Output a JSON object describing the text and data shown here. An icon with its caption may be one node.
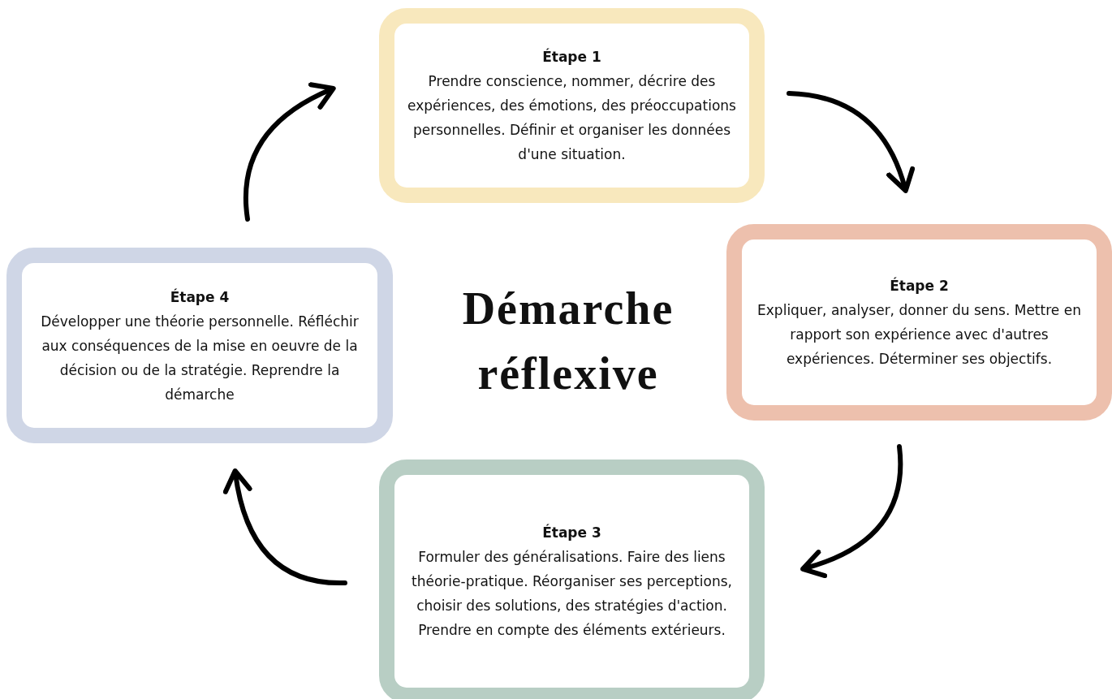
{
  "diagram": {
    "title": "Démarche réflexive",
    "nodes": [
      {
        "text": [
          "Étape 1",
          "Prendre conscience, nommer, décrire des expériences, des émotions, des préoccupations personnelles. Définir et organiser les données d'une situation."
        ]
      },
      {
        "text": [
          "Étape 2",
          "Expliquer, analyser, donner du sens. Mettre en rapport son expérience avec d'autres expériences. Déterminer ses objectifs."
        ]
      },
      {
        "text": [
          "Étape 3",
          "Formuler des généralisations. Faire des liens théorie-pratique. Réorganiser ses perceptions, choisir des solutions, des stratégies d'action. Prendre en compte des éléments extérieurs."
        ]
      },
      {
        "text": [
          "Étape 4",
          "Développer une théorie personnelle. Réfléchir aux conséquences de la mise en oeuvre de la décision ou de la stratégie. Reprendre la démarche"
        ]
      }
    ],
    "edges": [
      {
        "from": 0,
        "to": 1,
        "arrow": "to"
      },
      {
        "from": 1,
        "to": 2,
        "arrow": "to"
      },
      {
        "from": 2,
        "to": 3,
        "arrow": "to"
      },
      {
        "from": 3,
        "to": 0,
        "arrow": "to"
      }
    ]
  }
}
